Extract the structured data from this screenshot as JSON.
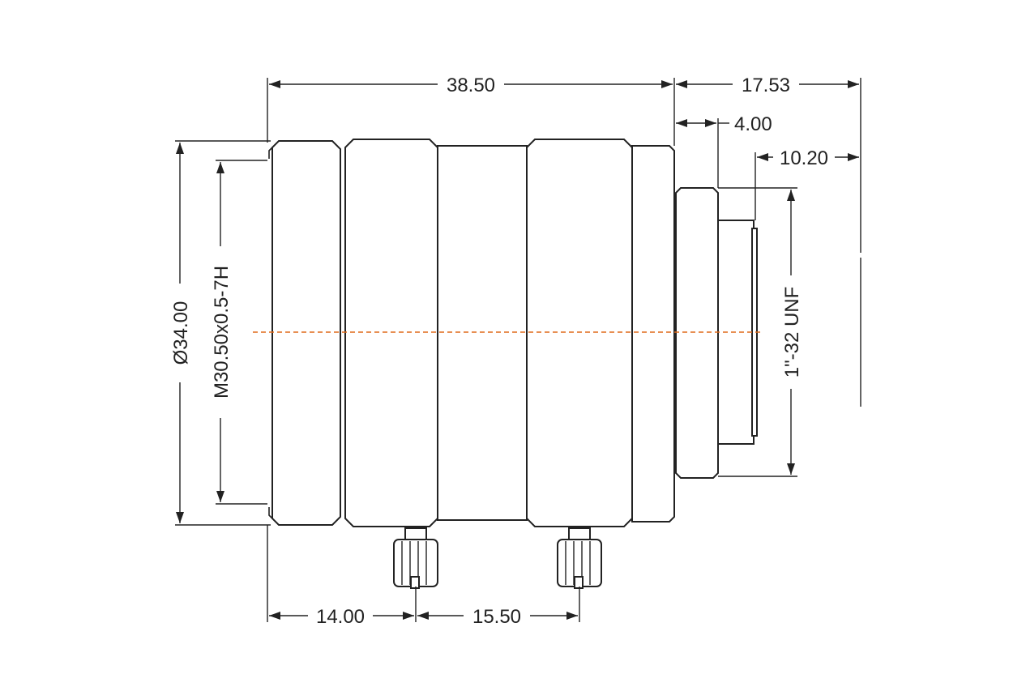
{
  "dimensions": {
    "overall_length": "38.50",
    "flange_distance": "17.53",
    "mount_thread_length": "4.00",
    "back_protrusion": "10.20",
    "outer_diameter": "Ø34.00",
    "filter_thread": "M30.50x0.5-7H",
    "mount_thread": "1\"-32 UNF",
    "screw_1_position": "14.00",
    "screw_spacing": "15.50"
  },
  "colors": {
    "outline": "#222222",
    "centerline": "#e06a1a",
    "background": "#ffffff"
  }
}
